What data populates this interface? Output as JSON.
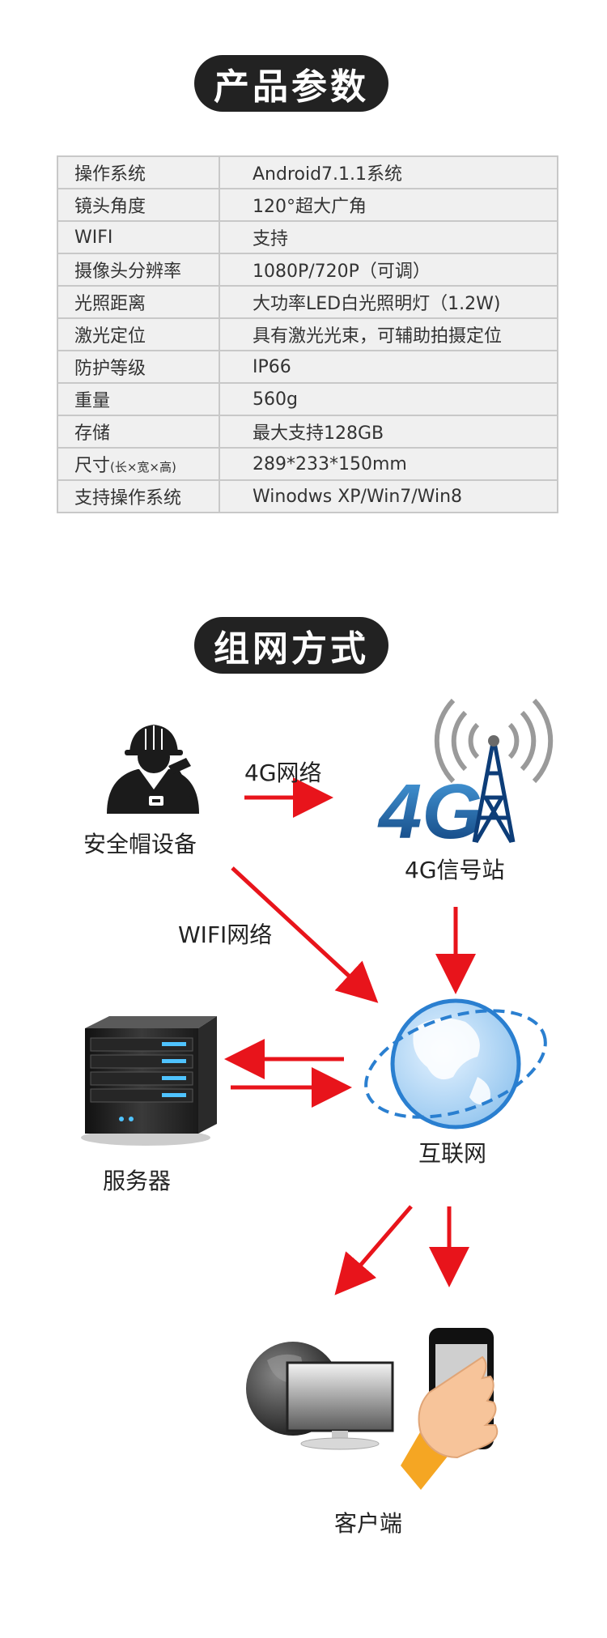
{
  "section_titles": {
    "params": "产品参数",
    "network": "组网方式"
  },
  "spec_rows": [
    {
      "key": "操作系统",
      "value": "Android7.1.1系统"
    },
    {
      "key": "镜头角度",
      "value": "120°超大广角"
    },
    {
      "key": "WIFI",
      "value": "支持"
    },
    {
      "key": "摄像头分辨率",
      "value": "1080P/720P（可调）"
    },
    {
      "key": "光照距离",
      "value": "大功率LED白光照明灯（1.2W)"
    },
    {
      "key": "激光定位",
      "value": "具有激光光束，可辅助拍摄定位"
    },
    {
      "key": "防护等级",
      "value": "IP66"
    },
    {
      "key": "重量",
      "value": "560g"
    },
    {
      "key": "存储",
      "value": "最大支持128GB"
    },
    {
      "key": "尺寸",
      "key_sub": "(长×宽×高)",
      "value": "289*233*150mm"
    },
    {
      "key": "支持操作系统",
      "value": "Winodws XP/Win7/Win8"
    }
  ],
  "diagram": {
    "helmet_label": "安全帽设备",
    "link_4g_label": "4G网络",
    "station_label": "4G信号站",
    "station_logo": "4G",
    "wifi_label": "WIFI网络",
    "internet_label": "互联网",
    "server_label": "服务器",
    "client_label": "客户端",
    "arrow_color": "#e8141b",
    "icons": [
      "worker-helmet-icon",
      "signal-tower-icon",
      "globe-icon",
      "server-icon",
      "monitor-icon",
      "smartphone-icon"
    ]
  }
}
